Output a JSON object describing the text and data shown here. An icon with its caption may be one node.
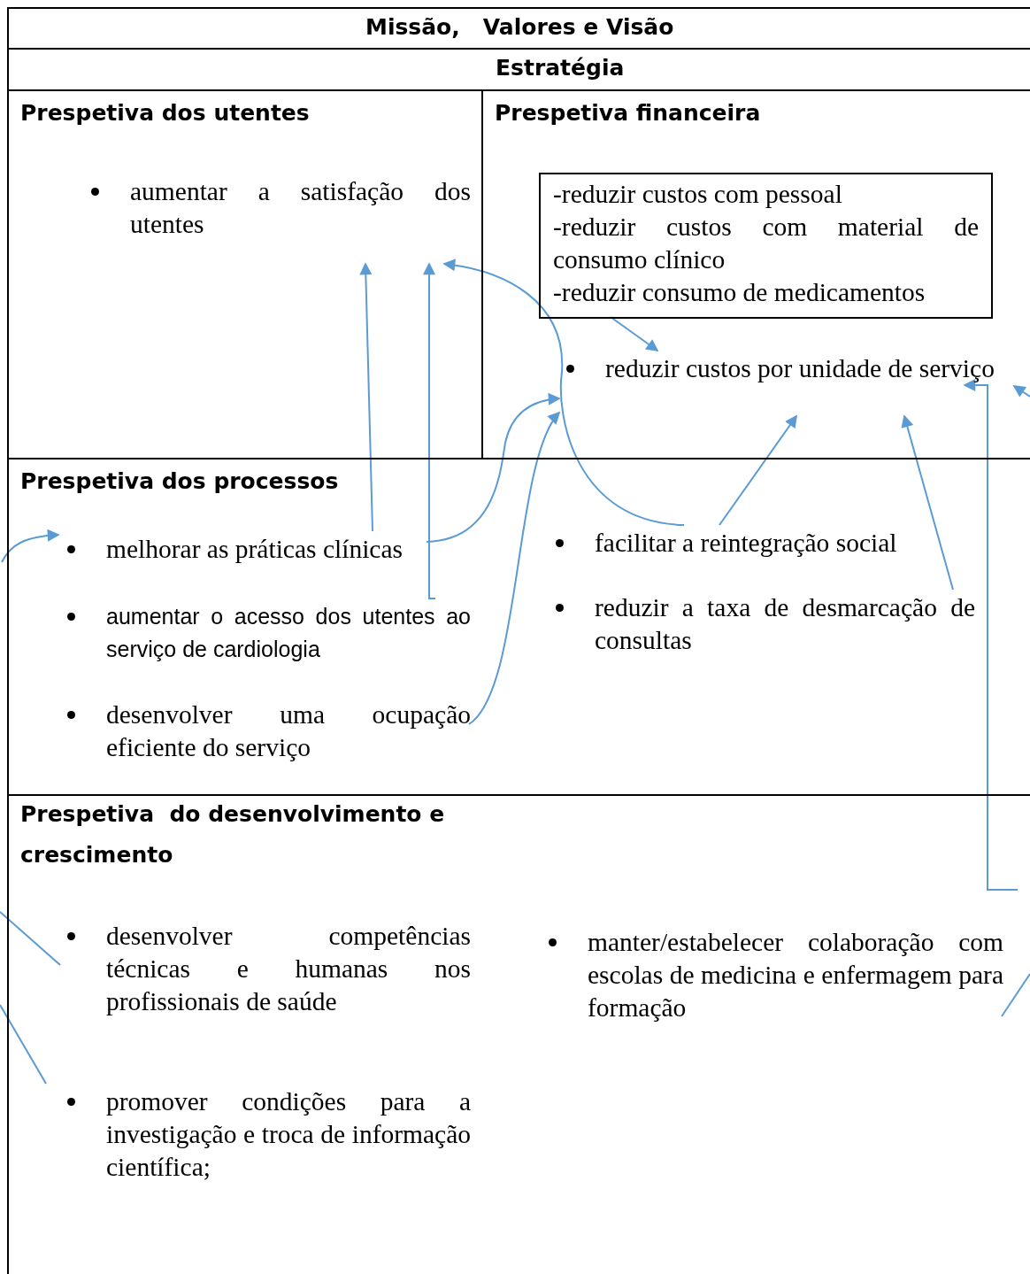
{
  "diagram": {
    "nodes": [
      {
        "text": [
          "Missão,   Valores e Visão"
        ]
      },
      {
        "text": [
          "Estratégia"
        ]
      },
      {
        "text": [
          "Prespetiva dos utentes"
        ]
      },
      {
        "text": [
          "aumentar a satisfação dos utentes"
        ],
        "in": 2
      },
      {
        "text": [
          "Prespetiva financeira"
        ]
      },
      {
        "text": [
          "-reduzir custos com pessoal",
          "-reduzir custos com material de consumo clínico",
          "-reduzir consumo de medicamentos"
        ],
        "in": 4
      },
      {
        "text": [
          "reduzir custos por unidade de serviço"
        ],
        "in": 4
      },
      {
        "text": [
          "Prespetiva dos processos"
        ]
      },
      {
        "text": [
          "melhorar as práticas clínicas"
        ],
        "in": 7
      },
      {
        "text": [
          "aumentar o acesso dos utentes ao serviço de cardiologia"
        ],
        "in": 7
      },
      {
        "text": [
          "desenvolver uma ocupação eficiente do serviço"
        ],
        "in": 7
      },
      {
        "text": [
          "facilitar a reintegração social"
        ],
        "in": 7
      },
      {
        "text": [
          "reduzir a taxa de desmarcação de consultas"
        ],
        "in": 7
      },
      {
        "text": [
          "Prespetiva  do desenvolvimento e crescimento"
        ]
      },
      {
        "text": [
          "desenvolver competências técnicas e humanas nos profissionais de saúde"
        ],
        "in": 13
      },
      {
        "text": [
          "promover condições para a investigação e troca de informação científica;"
        ],
        "in": 13
      },
      {
        "text": [
          "manter/estabelecer colaboração com escolas de medicina e enfermagem para formação"
        ],
        "in": 13
      }
    ],
    "edges": [
      {
        "from": 8,
        "to": 3,
        "arrow": "to"
      },
      {
        "from": 9,
        "to": 3,
        "arrow": "to"
      },
      {
        "from": 11,
        "to": 3,
        "arrow": "to"
      },
      {
        "from": 8,
        "to": 6,
        "arrow": "to"
      },
      {
        "from": 10,
        "to": 6,
        "arrow": "to"
      },
      {
        "from": 11,
        "to": 6,
        "arrow": "to"
      },
      {
        "from": 12,
        "to": 6,
        "arrow": "to"
      },
      {
        "from": 5,
        "to": 6,
        "arrow": "to"
      },
      {
        "from": 13,
        "to": 6,
        "arrow": "to"
      },
      {
        "from": null,
        "to": 6,
        "arrow": "to"
      },
      {
        "from": null,
        "to": 8,
        "arrow": "to"
      },
      {
        "from": 14,
        "to": null,
        "arrow": "none"
      },
      {
        "from": 15,
        "to": null,
        "arrow": "none"
      },
      {
        "from": 16,
        "to": null,
        "arrow": "none"
      }
    ]
  }
}
